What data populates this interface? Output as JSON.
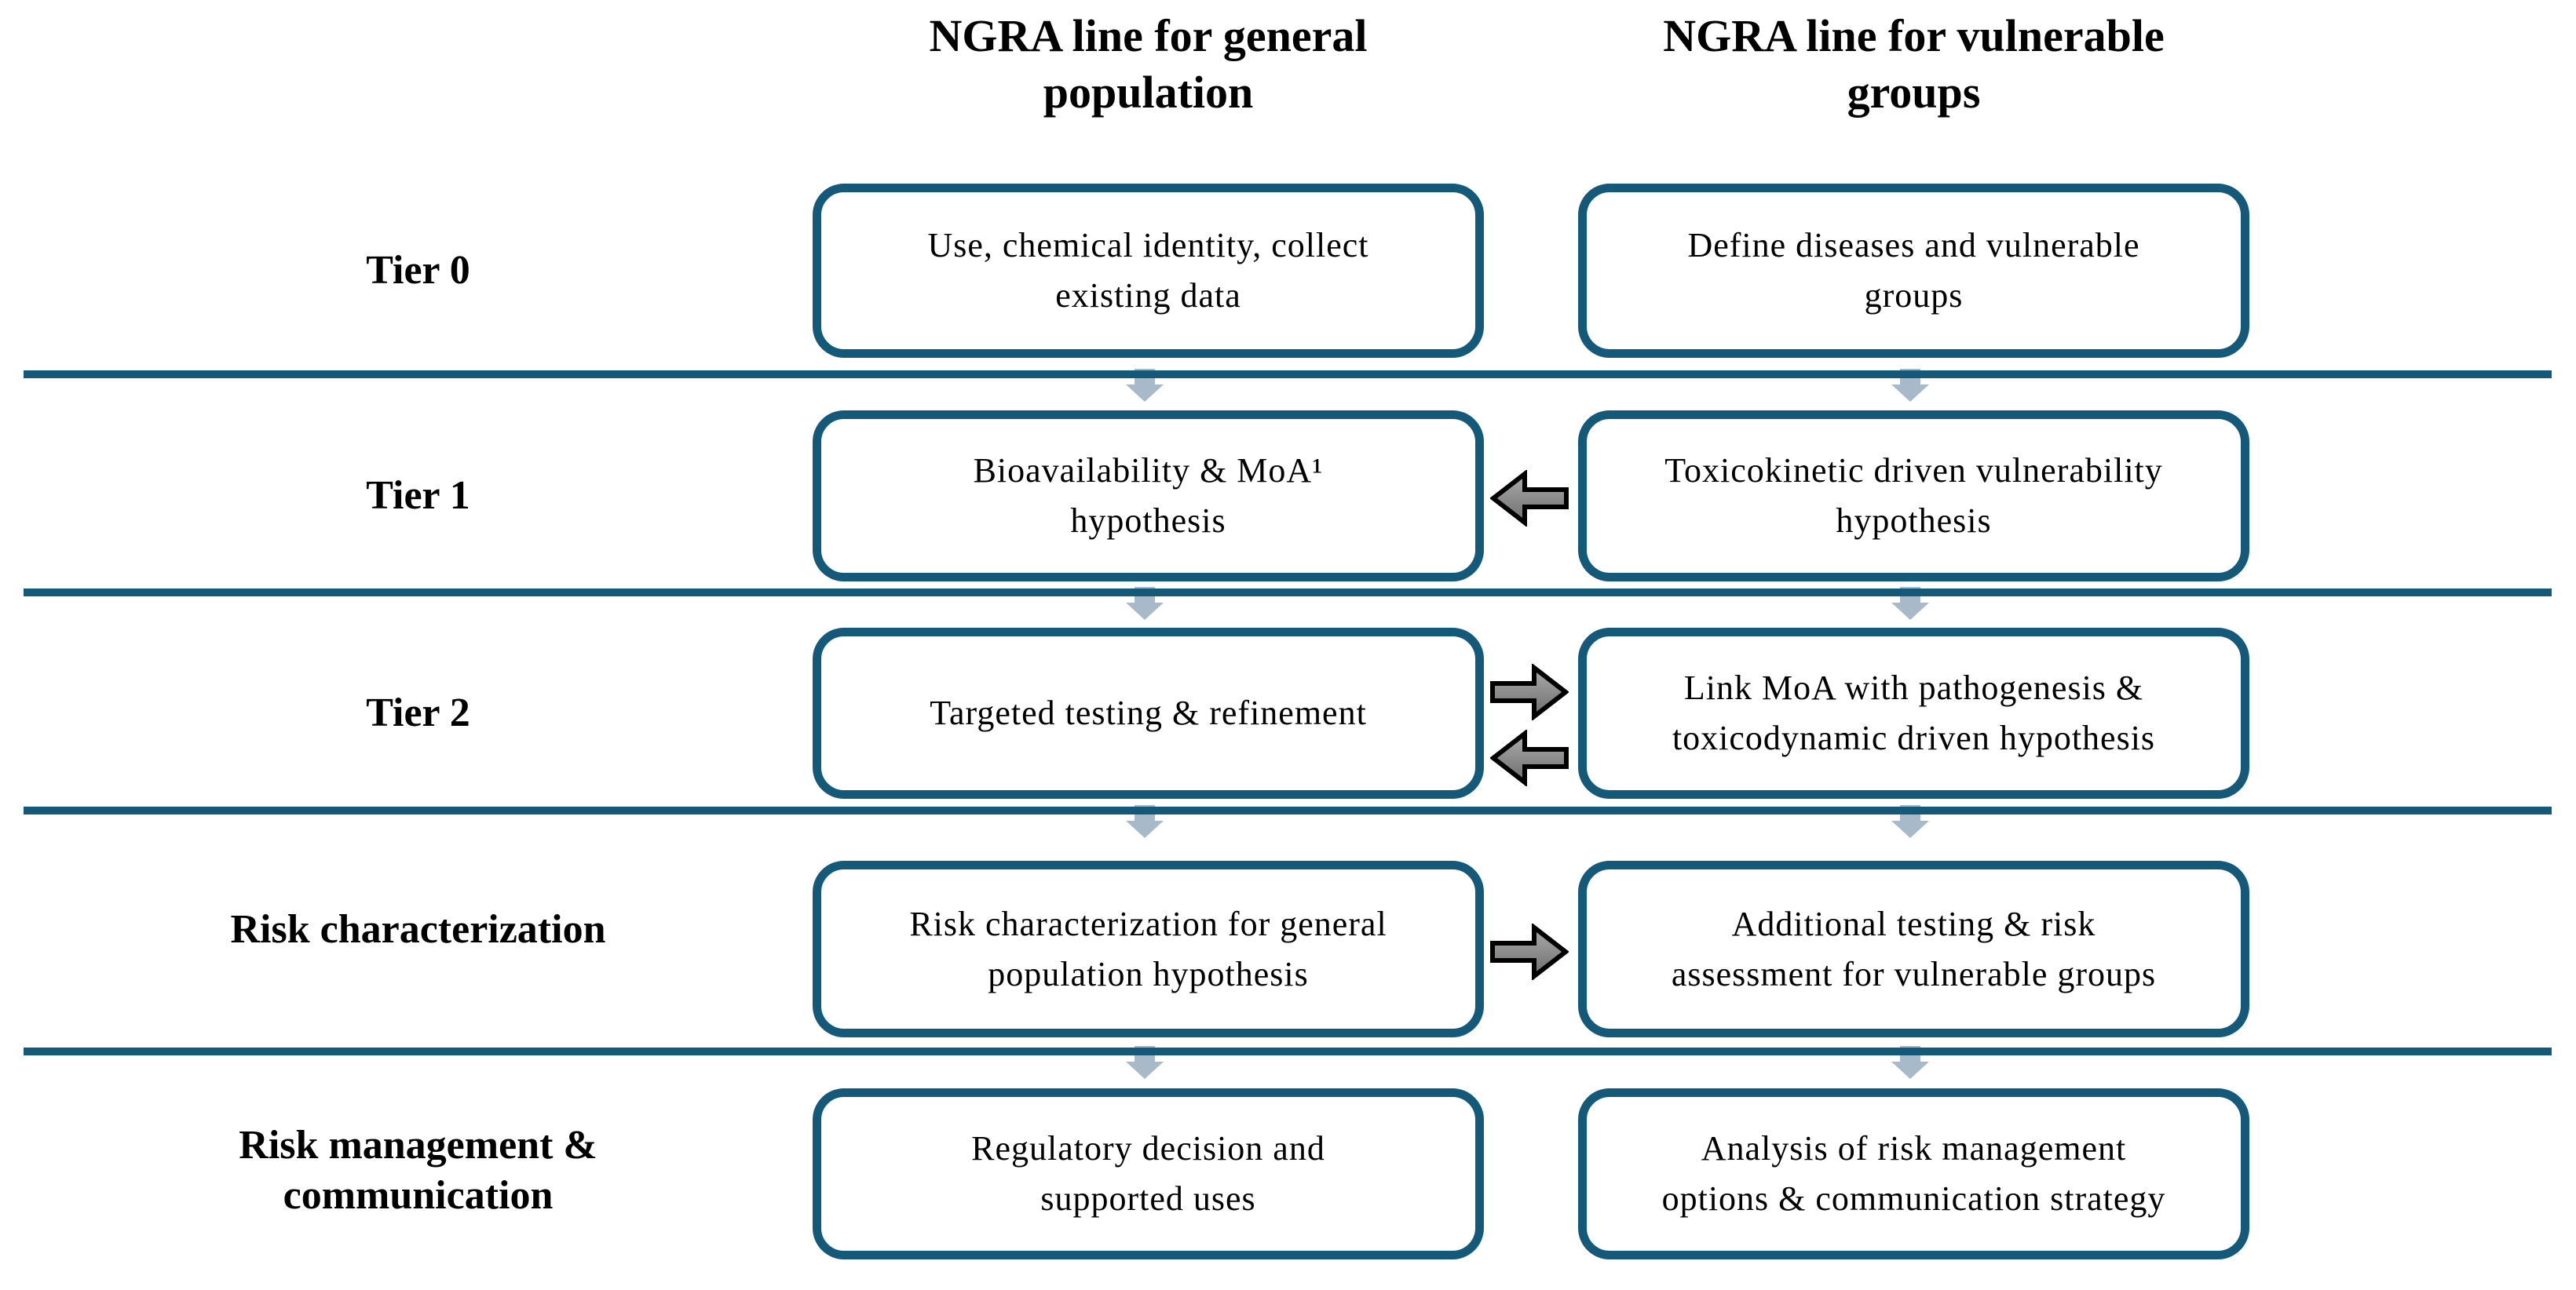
{
  "diagram": {
    "title_implicit": "NGRA tiered risk assessment flow",
    "column_headers": {
      "general": "NGRA line for general\npopulation",
      "vulnerable": "NGRA line for vulnerable\ngroups"
    },
    "rows": [
      {
        "label": "Tier 0",
        "general_box": "Use, chemical identity, collect\nexisting data",
        "vulnerable_box": "Define diseases and vulnerable\ngroups"
      },
      {
        "label": "Tier 1",
        "general_box": "Bioavailability & MoA¹\nhypothesis",
        "vulnerable_box": "Toxicokinetic driven vulnerability\nhypothesis"
      },
      {
        "label": "Tier 2",
        "general_box": "Targeted testing &  refinement",
        "vulnerable_box": "Link MoA with pathogenesis &\ntoxicodynamic driven hypothesis"
      },
      {
        "label": "Risk characterization",
        "general_box": "Risk characterization for general\npopulation hypothesis",
        "vulnerable_box": "Additional testing &  risk\nassessment for vulnerable groups"
      },
      {
        "label": "Risk management &\ncommunication",
        "general_box": "Regulatory decision and\nsupported uses",
        "vulnerable_box": "Analysis of risk management\noptions &  communication strategy"
      }
    ],
    "cross_arrows": [
      {
        "row": "Tier 1",
        "direction": "left",
        "icon": "arrow-left-icon"
      },
      {
        "row": "Tier 2",
        "direction": "right",
        "icon": "arrow-right-icon"
      },
      {
        "row": "Tier 2",
        "direction": "left",
        "icon": "arrow-left-icon"
      },
      {
        "row": "Risk characterization",
        "direction": "right",
        "icon": "arrow-right-icon"
      }
    ],
    "down_arrows": {
      "icon": "down-arrow-icon",
      "count": 8,
      "color": "#A8BAC9"
    },
    "colors": {
      "line_and_border_teal": "#14597A",
      "down_arrow_blue_gray": "#A8BAC9",
      "cross_arrow_fill_light": "#A6A6A6",
      "cross_arrow_fill_dark": "#6E6E6E",
      "cross_arrow_outline": "#000000",
      "text": "#000000",
      "background": "#FFFFFF"
    }
  }
}
